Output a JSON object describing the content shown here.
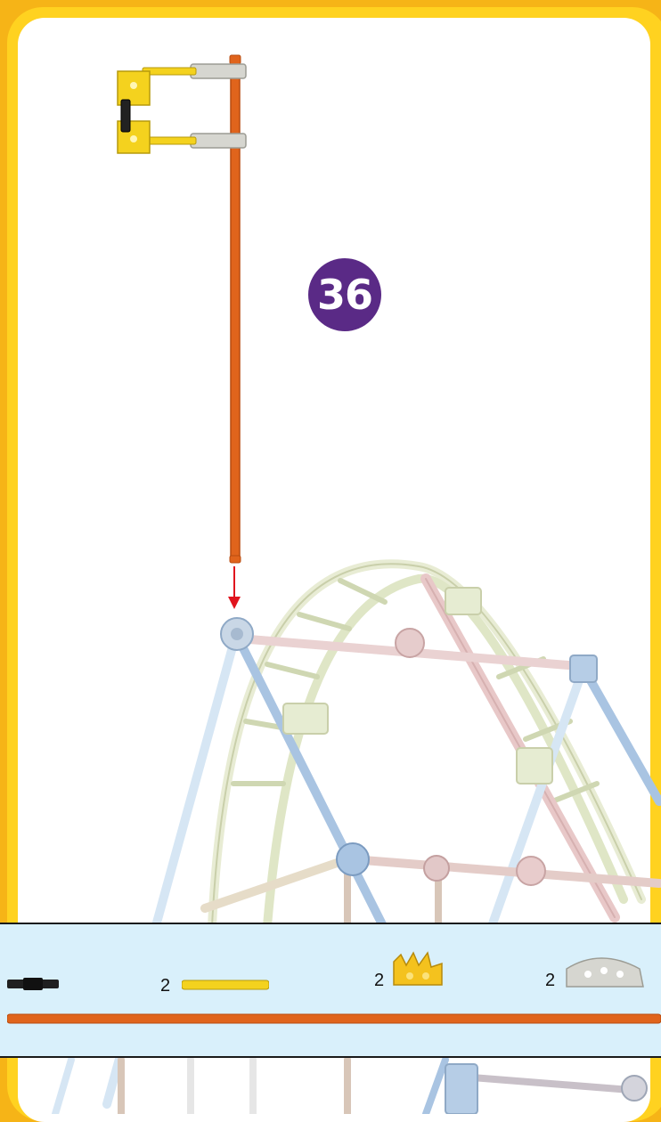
{
  "step": {
    "number": "36"
  },
  "parts": [
    {
      "icon": "black-connector-rod-icon",
      "quantity": ""
    },
    {
      "icon": "yellow-rod-icon",
      "quantity": "2"
    },
    {
      "icon": "orange-half-wheel-connector-icon",
      "quantity": "2"
    },
    {
      "icon": "grey-half-wheel-connector-icon",
      "quantity": "2"
    },
    {
      "icon": "long-orange-rod-icon",
      "quantity": ""
    }
  ],
  "colors": {
    "page_border": "#ffd220",
    "step_badge": "#5a2a86",
    "orange_rod": "#e0641c",
    "parts_panel": "#d9f0fb",
    "arrow": "#e0141e"
  }
}
